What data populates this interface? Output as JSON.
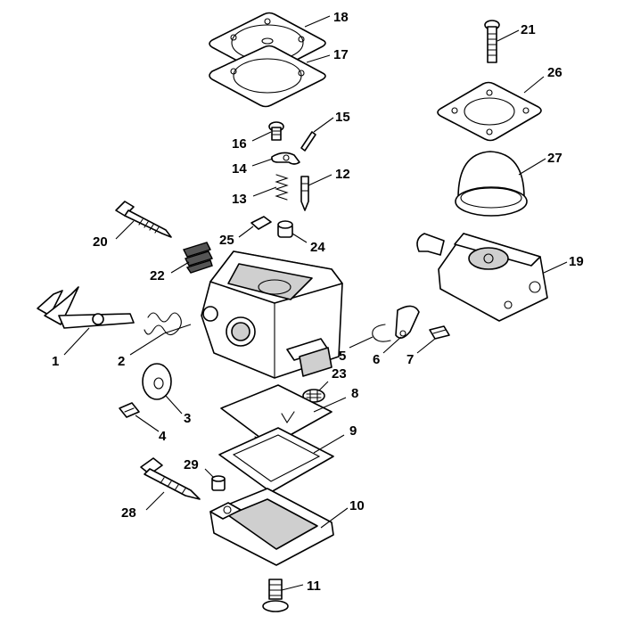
{
  "labels": [
    {
      "id": "1",
      "text": "1"
    },
    {
      "id": "2",
      "text": "2"
    },
    {
      "id": "3",
      "text": "3"
    },
    {
      "id": "4",
      "text": "4"
    },
    {
      "id": "5",
      "text": "5"
    },
    {
      "id": "6",
      "text": "6"
    },
    {
      "id": "7",
      "text": "7"
    },
    {
      "id": "8",
      "text": "8"
    },
    {
      "id": "9",
      "text": "9"
    },
    {
      "id": "10",
      "text": "10"
    },
    {
      "id": "11",
      "text": "11"
    },
    {
      "id": "12",
      "text": "12"
    },
    {
      "id": "13",
      "text": "13"
    },
    {
      "id": "14",
      "text": "14"
    },
    {
      "id": "15",
      "text": "15"
    },
    {
      "id": "16",
      "text": "16"
    },
    {
      "id": "17",
      "text": "17"
    },
    {
      "id": "18",
      "text": "18"
    },
    {
      "id": "19",
      "text": "19"
    },
    {
      "id": "20",
      "text": "20"
    },
    {
      "id": "21",
      "text": "21"
    },
    {
      "id": "22",
      "text": "22"
    },
    {
      "id": "23",
      "text": "23"
    },
    {
      "id": "24",
      "text": "24"
    },
    {
      "id": "25",
      "text": "25"
    },
    {
      "id": "26",
      "text": "26"
    },
    {
      "id": "27",
      "text": "27"
    },
    {
      "id": "28",
      "text": "28"
    },
    {
      "id": "29",
      "text": "29"
    }
  ],
  "colors": {
    "ink": "#000000",
    "paper": "#ffffff",
    "shade": "#cfcfcf"
  }
}
